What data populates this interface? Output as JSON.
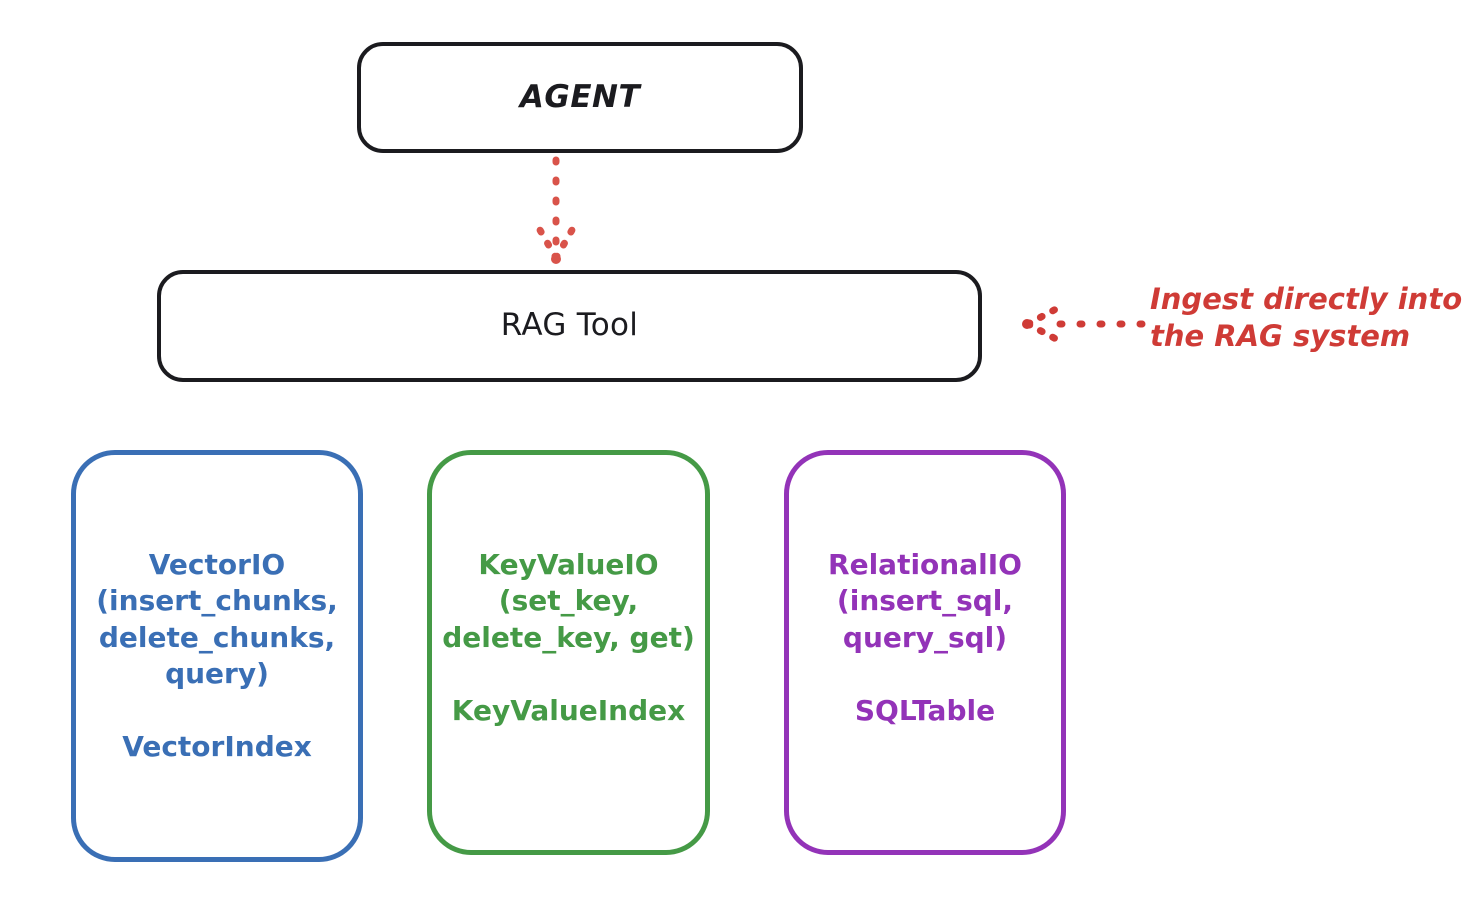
{
  "diagram": {
    "title": "RAG Tool storage abstraction diagram",
    "background_color": "#ffffff",
    "nodes": [
      {
        "id": "agent",
        "label": "AGENT",
        "color": "#1b1b1f",
        "style": "rounded-rect"
      },
      {
        "id": "rag-tool",
        "label": "RAG Tool",
        "color": "#1b1b1f",
        "style": "rounded-rect"
      },
      {
        "id": "vectorio",
        "label": "VectorIO\n(insert_chunks,\ndelete_chunks,\nquery)\n\nVectorIndex",
        "color": "#3a6fb5",
        "style": "rounded-rect"
      },
      {
        "id": "keyvalueio",
        "label": "KeyValueIO\n(set_key,\ndelete_key, get)\n\nKeyValueIndex",
        "color": "#459a46",
        "style": "rounded-rect"
      },
      {
        "id": "relationalio",
        "label": "RelationalIO\n(insert_sql,\nquery_sql)\n\nSQLTable",
        "color": "#9333b8",
        "style": "rounded-rect"
      }
    ],
    "edges": [
      {
        "id": "agent-to-rag-tool",
        "from": "agent",
        "to": "rag-tool",
        "style": "dotted",
        "color": "#d9534a",
        "direction": "down",
        "label": ""
      },
      {
        "id": "ingest-into-rag-tool",
        "from": "annotation",
        "to": "rag-tool",
        "style": "dotted",
        "color": "#cf3b36",
        "direction": "left",
        "label": "Ingest directly into\nthe RAG system"
      }
    ],
    "annotation": {
      "text": "Ingest directly into\nthe RAG system",
      "color": "#cf3b36"
    }
  }
}
